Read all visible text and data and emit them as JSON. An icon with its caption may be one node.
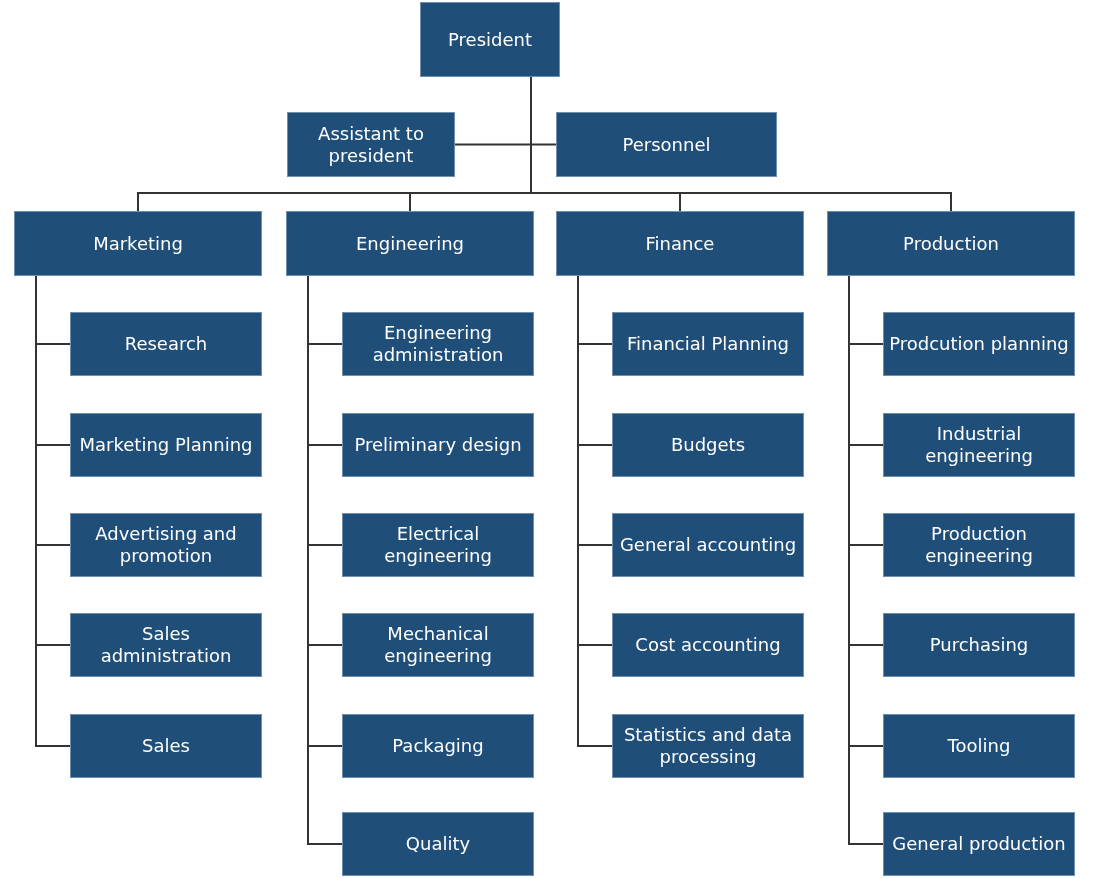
{
  "diagram": {
    "nodes": [
      {
        "text": [
          "President"
        ]
      },
      {
        "text": [
          "Assistant to president"
        ]
      },
      {
        "text": [
          "Personnel"
        ]
      },
      {
        "text": [
          "Marketing"
        ]
      },
      {
        "text": [
          "Engineering"
        ]
      },
      {
        "text": [
          "Finance"
        ]
      },
      {
        "text": [
          "Production"
        ]
      },
      {
        "text": [
          "Research"
        ]
      },
      {
        "text": [
          "Marketing Planning"
        ]
      },
      {
        "text": [
          "Advertising and promotion"
        ]
      },
      {
        "text": [
          "Sales administration"
        ]
      },
      {
        "text": [
          "Sales"
        ]
      },
      {
        "text": [
          "Engineering administration"
        ]
      },
      {
        "text": [
          "Preliminary design"
        ]
      },
      {
        "text": [
          "Electrical engineering"
        ]
      },
      {
        "text": [
          "Mechanical engineering"
        ]
      },
      {
        "text": [
          "Packaging"
        ]
      },
      {
        "text": [
          "Quality"
        ]
      },
      {
        "text": [
          "Financial Planning"
        ]
      },
      {
        "text": [
          "Budgets"
        ]
      },
      {
        "text": [
          "General accounting"
        ]
      },
      {
        "text": [
          "Cost accounting"
        ]
      },
      {
        "text": [
          "Statistics and data processing"
        ]
      },
      {
        "text": [
          "Prodcution planning"
        ]
      },
      {
        "text": [
          "Industrial engineering"
        ]
      },
      {
        "text": [
          "Production engineering"
        ]
      },
      {
        "text": [
          "Purchasing"
        ]
      },
      {
        "text": [
          "Tooling"
        ]
      },
      {
        "text": [
          "General production"
        ]
      }
    ],
    "edges": [
      {
        "from": 0,
        "to": 1,
        "arrow": "none"
      },
      {
        "from": 0,
        "to": 2,
        "arrow": "none"
      },
      {
        "from": 0,
        "to": 3,
        "arrow": "none"
      },
      {
        "from": 0,
        "to": 4,
        "arrow": "none"
      },
      {
        "from": 0,
        "to": 5,
        "arrow": "none"
      },
      {
        "from": 0,
        "to": 6,
        "arrow": "none"
      },
      {
        "from": 3,
        "to": 7,
        "arrow": "none"
      },
      {
        "from": 3,
        "to": 8,
        "arrow": "none"
      },
      {
        "from": 3,
        "to": 9,
        "arrow": "none"
      },
      {
        "from": 3,
        "to": 10,
        "arrow": "none"
      },
      {
        "from": 3,
        "to": 11,
        "arrow": "none"
      },
      {
        "from": 4,
        "to": 12,
        "arrow": "none"
      },
      {
        "from": 4,
        "to": 13,
        "arrow": "none"
      },
      {
        "from": 4,
        "to": 14,
        "arrow": "none"
      },
      {
        "from": 4,
        "to": 15,
        "arrow": "none"
      },
      {
        "from": 4,
        "to": 16,
        "arrow": "none"
      },
      {
        "from": 4,
        "to": 17,
        "arrow": "none"
      },
      {
        "from": 5,
        "to": 18,
        "arrow": "none"
      },
      {
        "from": 5,
        "to": 19,
        "arrow": "none"
      },
      {
        "from": 5,
        "to": 20,
        "arrow": "none"
      },
      {
        "from": 5,
        "to": 21,
        "arrow": "none"
      },
      {
        "from": 5,
        "to": 22,
        "arrow": "none"
      },
      {
        "from": 6,
        "to": 23,
        "arrow": "none"
      },
      {
        "from": 6,
        "to": 24,
        "arrow": "none"
      },
      {
        "from": 6,
        "to": 25,
        "arrow": "none"
      },
      {
        "from": 6,
        "to": 26,
        "arrow": "none"
      },
      {
        "from": 6,
        "to": 27,
        "arrow": "none"
      },
      {
        "from": 6,
        "to": 28,
        "arrow": "none"
      }
    ]
  }
}
